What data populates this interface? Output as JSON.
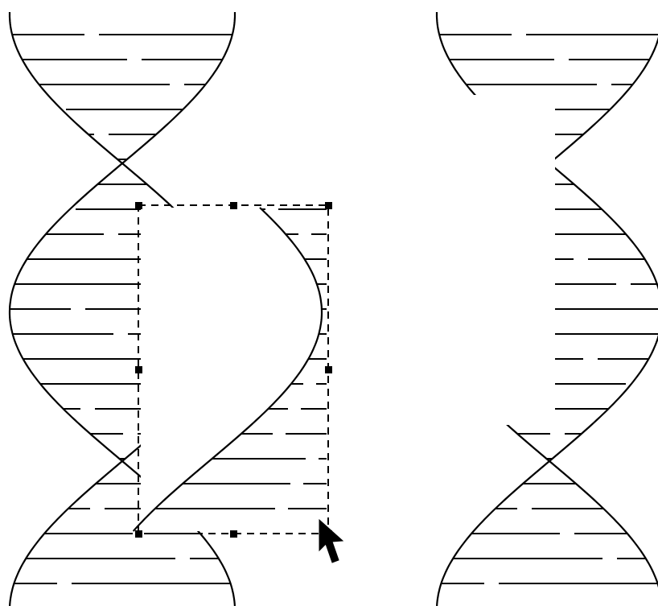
{
  "canvas": {
    "background": "#ffffff",
    "stroke_color": "#000000"
  },
  "scene": {
    "left_helix": {
      "icon": "dna-double-helix",
      "description_visible_text": ""
    },
    "right_helix": {
      "icon": "dna-double-helix-cut",
      "description_visible_text": ""
    },
    "selection": {
      "icon": "rectangular-marquee-selection",
      "handle_count": 8
    },
    "cursor": {
      "icon": "mouse-pointer-arrow"
    }
  }
}
